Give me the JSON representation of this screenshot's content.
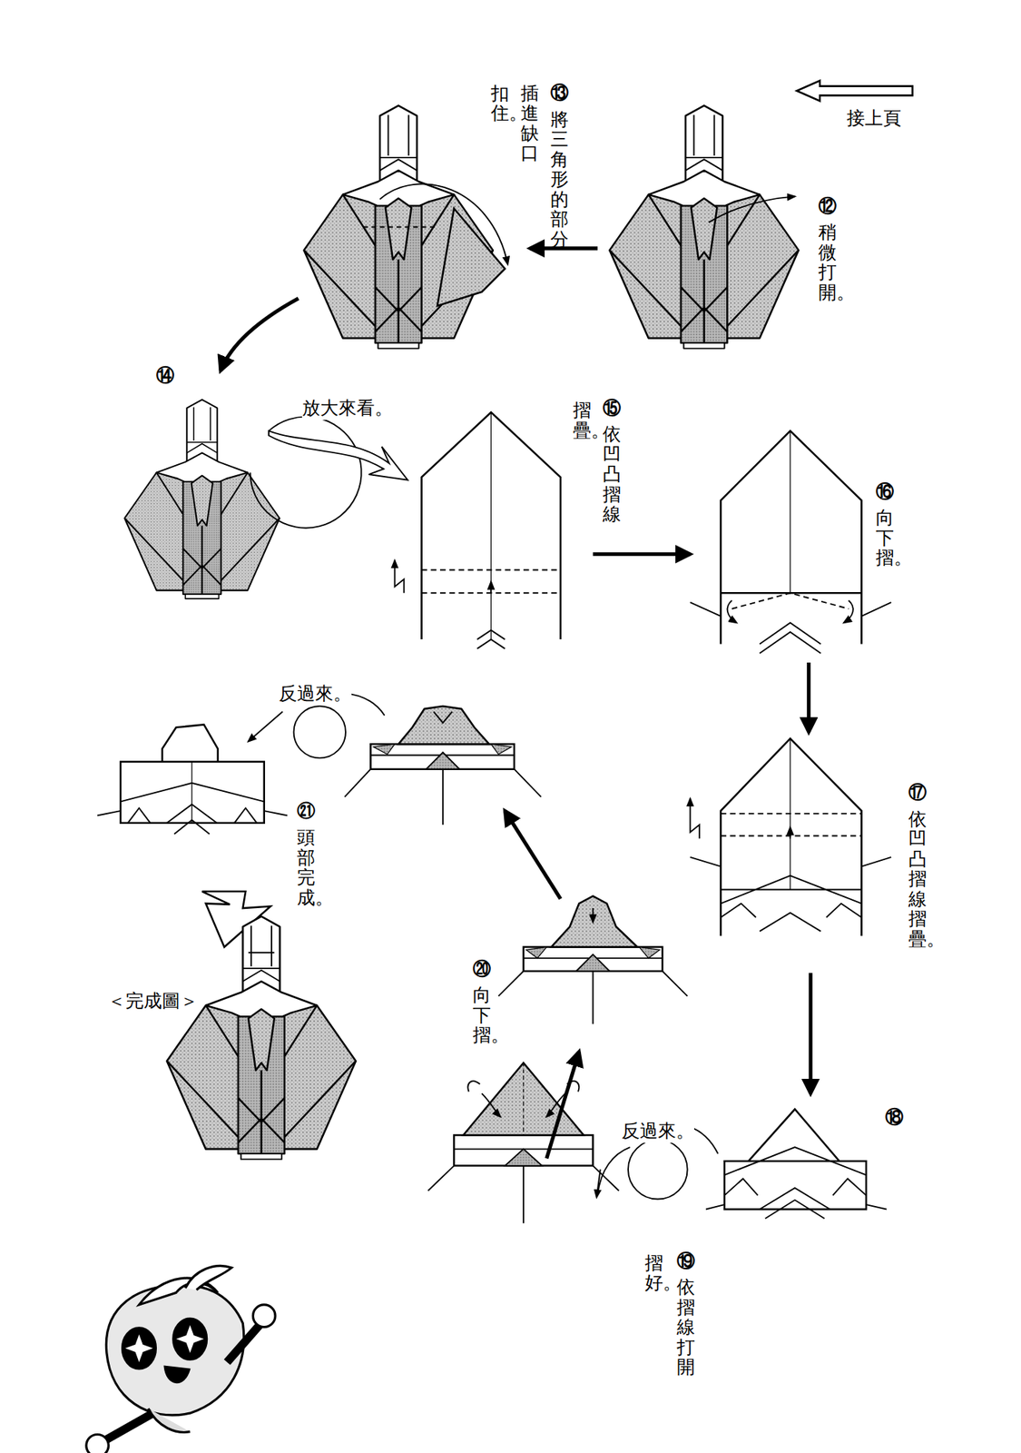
{
  "diagram": {
    "labels": [
      "接上頁",
      "⑫",
      "稍微打開。",
      "⑬",
      "將三角形的部分",
      "插進缺口",
      "扣住。",
      "⑭",
      "放大來看。",
      "⑮",
      "依凹凸摺線",
      "摺疊。",
      "⑯",
      "向下摺。",
      "反過來。",
      "⑰",
      "依凹凸摺線摺疊。",
      "㉑",
      "頭部完成。",
      "⑳",
      "向下摺。",
      "＜完成圖＞",
      "反過來。",
      "⑱",
      "⑲",
      "依摺線打開",
      "摺好。"
    ]
  }
}
